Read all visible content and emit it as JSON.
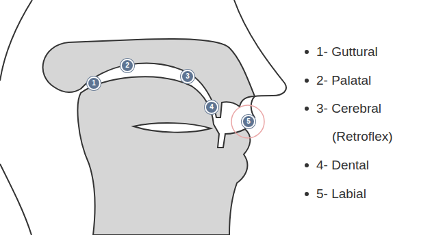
{
  "diagram": {
    "nodes": [
      {
        "text": [
          "1"
        ]
      },
      {
        "text": [
          "2"
        ]
      },
      {
        "text": [
          "3"
        ]
      },
      {
        "text": [
          "4"
        ]
      },
      {
        "text": [
          "5"
        ]
      }
    ],
    "labels": [
      "1- Guttural",
      "2- Palatal",
      "3- Cerebral (Retroflex)",
      "4- Dental",
      "5- Labial"
    ]
  }
}
